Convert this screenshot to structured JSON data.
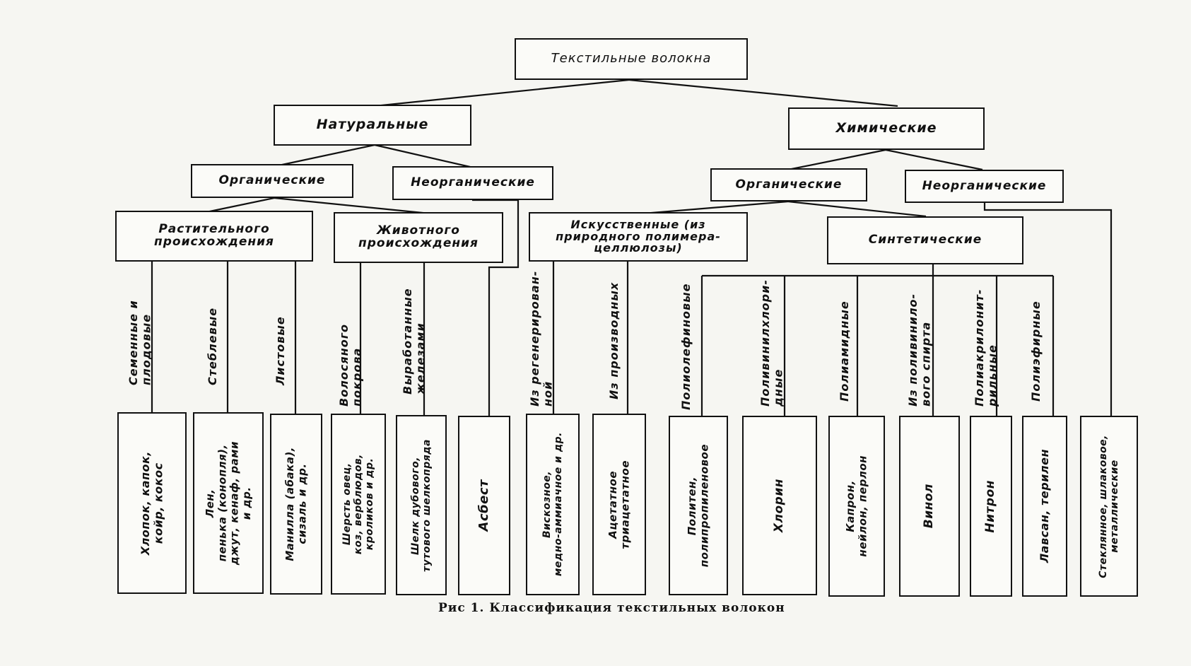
{
  "root": "Текстильные волокна",
  "natural": "Натуральные",
  "chemical": "Химические",
  "nat_organic": "Органические",
  "nat_inorganic": "Неорганические",
  "chem_organic": "Органические",
  "chem_inorganic": "Неорганические",
  "plant_origin": "Растительного\nпроисхождения",
  "animal_origin": "Животного\nпроисхождения",
  "artificial": "Искусственные (из\nприродного полимера-\nцеллюлозы)",
  "synthetic": "Синтетические",
  "categories": {
    "seed": "Семенные и\nплодовые",
    "stem": "Стеблевые",
    "leaf": "Листовые",
    "hair": "Волосяного покрова",
    "gland": "Выработанные\nжелезами",
    "regen": "Из регенерирован-\nной",
    "deriv": "Из производных",
    "polyolefin": "Полиолефиновые",
    "pvc": "Поливинилхлори-\nдные",
    "polyamide": "Полиамидные",
    "pva": "Из поливинило-\nвого спирта",
    "pan": "Полиакрилонит-\nрильные",
    "polyester": "Полиэфирные"
  },
  "leaves": {
    "seed": "Хлопок, капок,\nкойр, кокос",
    "stem": "Лен,\nпенька (конопля),\nджут, кенаф, рами\nи др.",
    "leaf": "Манилла (абака),\nсизаль и др.",
    "hair": "Шерсть овец,\nкоз, верблюдов,\nкроликов и др.",
    "gland": "Шелк дубового,\nтутового шелкопряда",
    "asbestos": "Асбест",
    "viscose": "Вискозное,\nмедно-аммиачное и др.",
    "acetate": "Ацетатное\nтриацетатное",
    "polyolefin": "Политен,\nполипропиленовое",
    "chlorin": "Хлорин",
    "capron": "Капрон,\nнейлон, перлон",
    "vinol": "Винол",
    "nitron": "Нитрон",
    "lavsan": "Лавсан, терилен",
    "glass": "Стеклянное, шлаковое,\nметаллические"
  },
  "caption": "Рис 1. Классификация текстильных волокон"
}
